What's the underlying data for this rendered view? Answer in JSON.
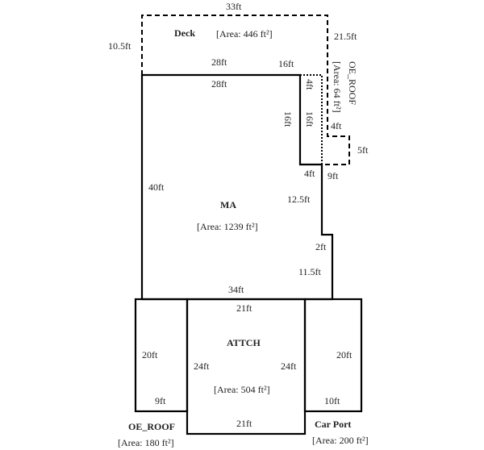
{
  "deck": {
    "name": "Deck",
    "area": "[Area: 446 ft²]",
    "dims": {
      "top": "33ft",
      "left": "10.5ft",
      "right": "21.5ft",
      "bottom_left": "28ft",
      "bottom_right": "16ft"
    }
  },
  "oe_roof_small": {
    "name": "OE_ROOF",
    "area": "[Area: 64 ft²]",
    "dims": {
      "top": "4ft",
      "inner": "16ft",
      "right": "4ft",
      "step": "5ft",
      "bottom": "9ft"
    }
  },
  "ma": {
    "name": "MA",
    "area": "[Area: 1239 ft²]",
    "dims": {
      "top": "28ft",
      "notch_side": "16ft",
      "notch_bottom": "4ft",
      "left": "40ft",
      "right_upper": "12.5ft",
      "step": "2ft",
      "right_lower": "11.5ft",
      "bottom": "34ft"
    }
  },
  "attch": {
    "name": "ATTCH",
    "area": "[Area: 504 ft²]",
    "dims": {
      "top": "21ft",
      "left": "24ft",
      "right": "24ft",
      "bottom": "21ft"
    }
  },
  "oe_roof": {
    "name": "OE_ROOF",
    "area": "[Area: 180 ft²]",
    "dims": {
      "side": "20ft",
      "bottom": "9ft"
    }
  },
  "car_port": {
    "name": "Car Port",
    "area": "[Area: 200 ft²]",
    "dims": {
      "side": "20ft",
      "bottom": "10ft"
    }
  }
}
